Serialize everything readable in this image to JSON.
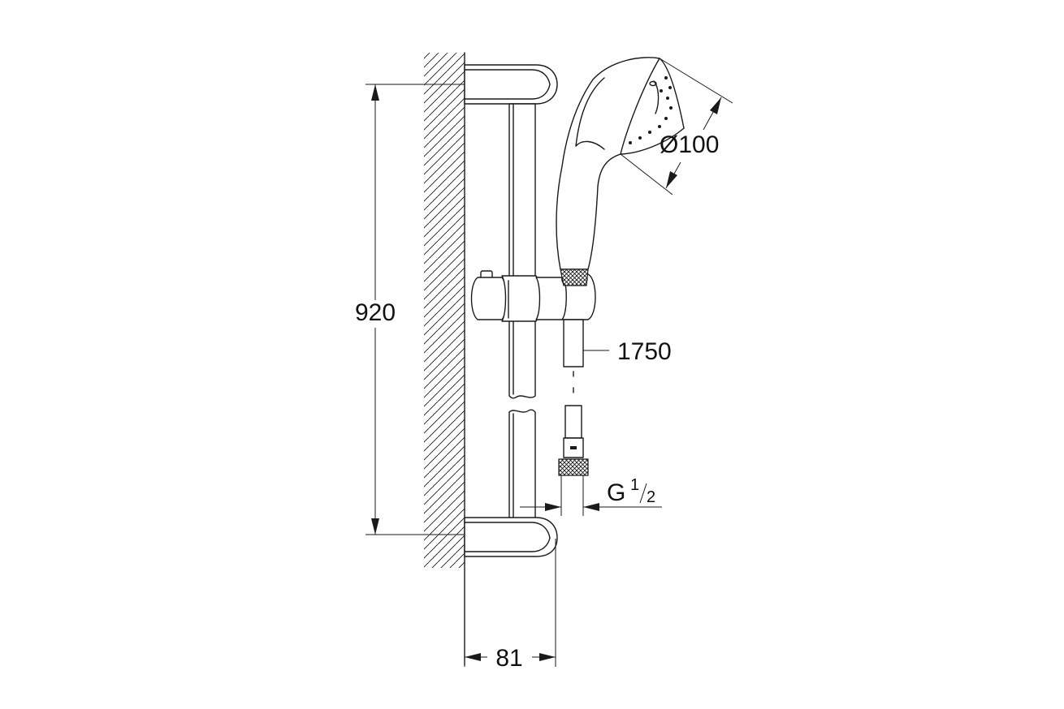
{
  "dimensions": {
    "height": "920",
    "projection": "81",
    "hose_length": "1750",
    "head_diameter": "Ø100",
    "thread_letter": "G",
    "thread_num": "1",
    "thread_den": "2"
  },
  "colors": {
    "line": "#1a1a1a",
    "background": "#ffffff"
  }
}
